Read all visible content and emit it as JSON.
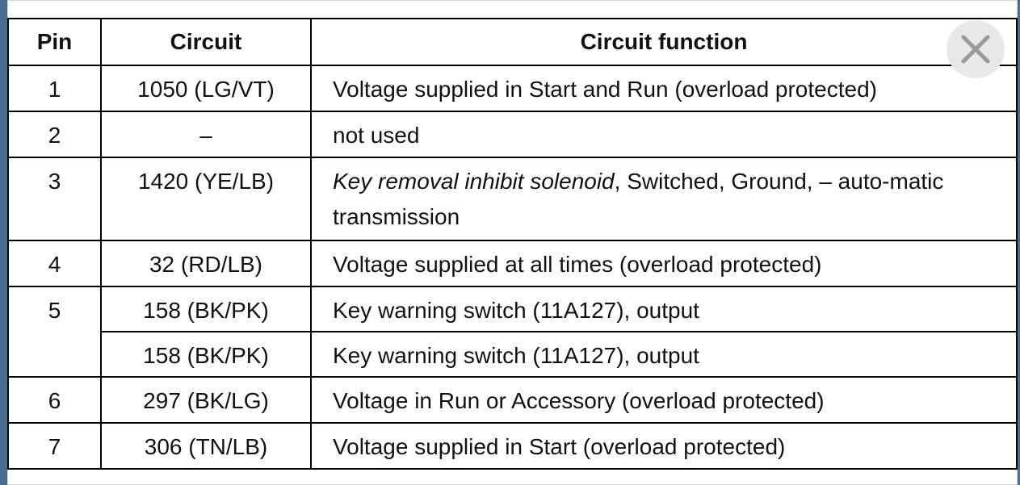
{
  "header": {
    "pin": "Pin",
    "circuit": "Circuit",
    "function": "Circuit function"
  },
  "rows": [
    {
      "pin": "1",
      "circuit": "1050 (LG/VT)",
      "function": "Voltage supplied in Start and Run (overload protected)"
    },
    {
      "pin": "2",
      "circuit": "–",
      "function": "not used"
    },
    {
      "pin": "3",
      "circuit": "1420 (YE/LB)",
      "function_italic": "Key removal inhibit solenoid",
      "function_rest": ", Switched, Ground, – auto-matic transmission"
    },
    {
      "pin": "4",
      "circuit": "32 (RD/LB)",
      "function": "Voltage supplied at all times (overload protected)"
    },
    {
      "pin": "5",
      "circuit": "158 (BK/PK)",
      "function": "Key warning switch (11A127), output"
    },
    {
      "pin": "",
      "circuit": "158 (BK/PK)",
      "function": "Key warning switch (11A127), output"
    },
    {
      "pin": "6",
      "circuit": "297 (BK/LG)",
      "function": "Voltage in Run or Accessory (overload protected)"
    },
    {
      "pin": "7",
      "circuit": "306 (TN/LB)",
      "function": "Voltage supplied in Start (overload protected)"
    }
  ],
  "close_button": {
    "icon": "close-icon",
    "color": "#9a9a9a"
  }
}
